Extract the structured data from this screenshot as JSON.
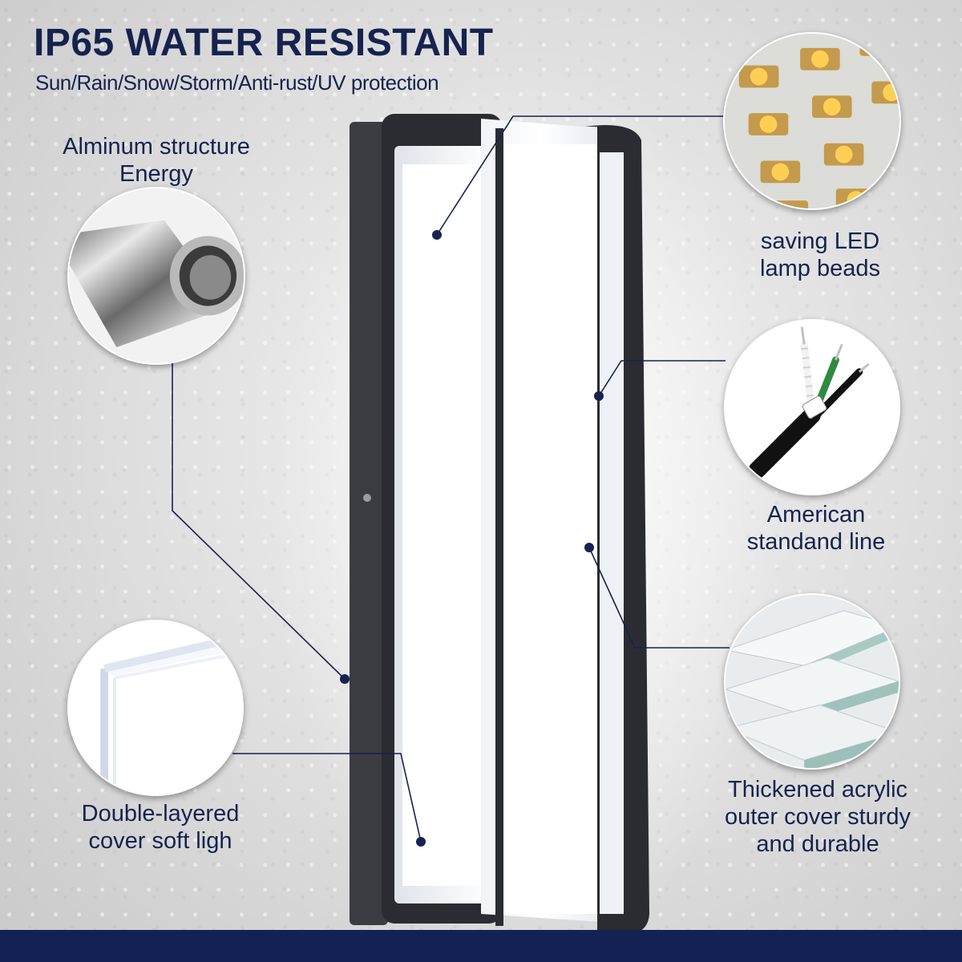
{
  "header": {
    "title": "IP65 WATER RESISTANT",
    "subtitle": "Sun/Rain/Snow/Storm/Anti-rust/UV protection"
  },
  "features": {
    "aluminum": {
      "line1": "Alminum structure",
      "line2": "Energy",
      "icon": "aluminum-tube-icon"
    },
    "led": {
      "line1": "saving LED",
      "line2": "lamp beads",
      "icon": "led-beads-icon"
    },
    "wire": {
      "line1": "American",
      "line2": "standand line",
      "icon": "wire-icon"
    },
    "cover": {
      "line1": "Double-layered",
      "line2": "cover soft ligh",
      "icon": "acrylic-corner-icon"
    },
    "acrylic": {
      "line1": "Thickened acrylic",
      "line2": "outer cover sturdy",
      "line3": "and durable",
      "icon": "acrylic-sheets-icon"
    }
  },
  "colors": {
    "accent": "#16224f",
    "bottom_bar": "#142253",
    "fixture_frame": "#2b2d33",
    "diffuser": "#ffffff"
  }
}
